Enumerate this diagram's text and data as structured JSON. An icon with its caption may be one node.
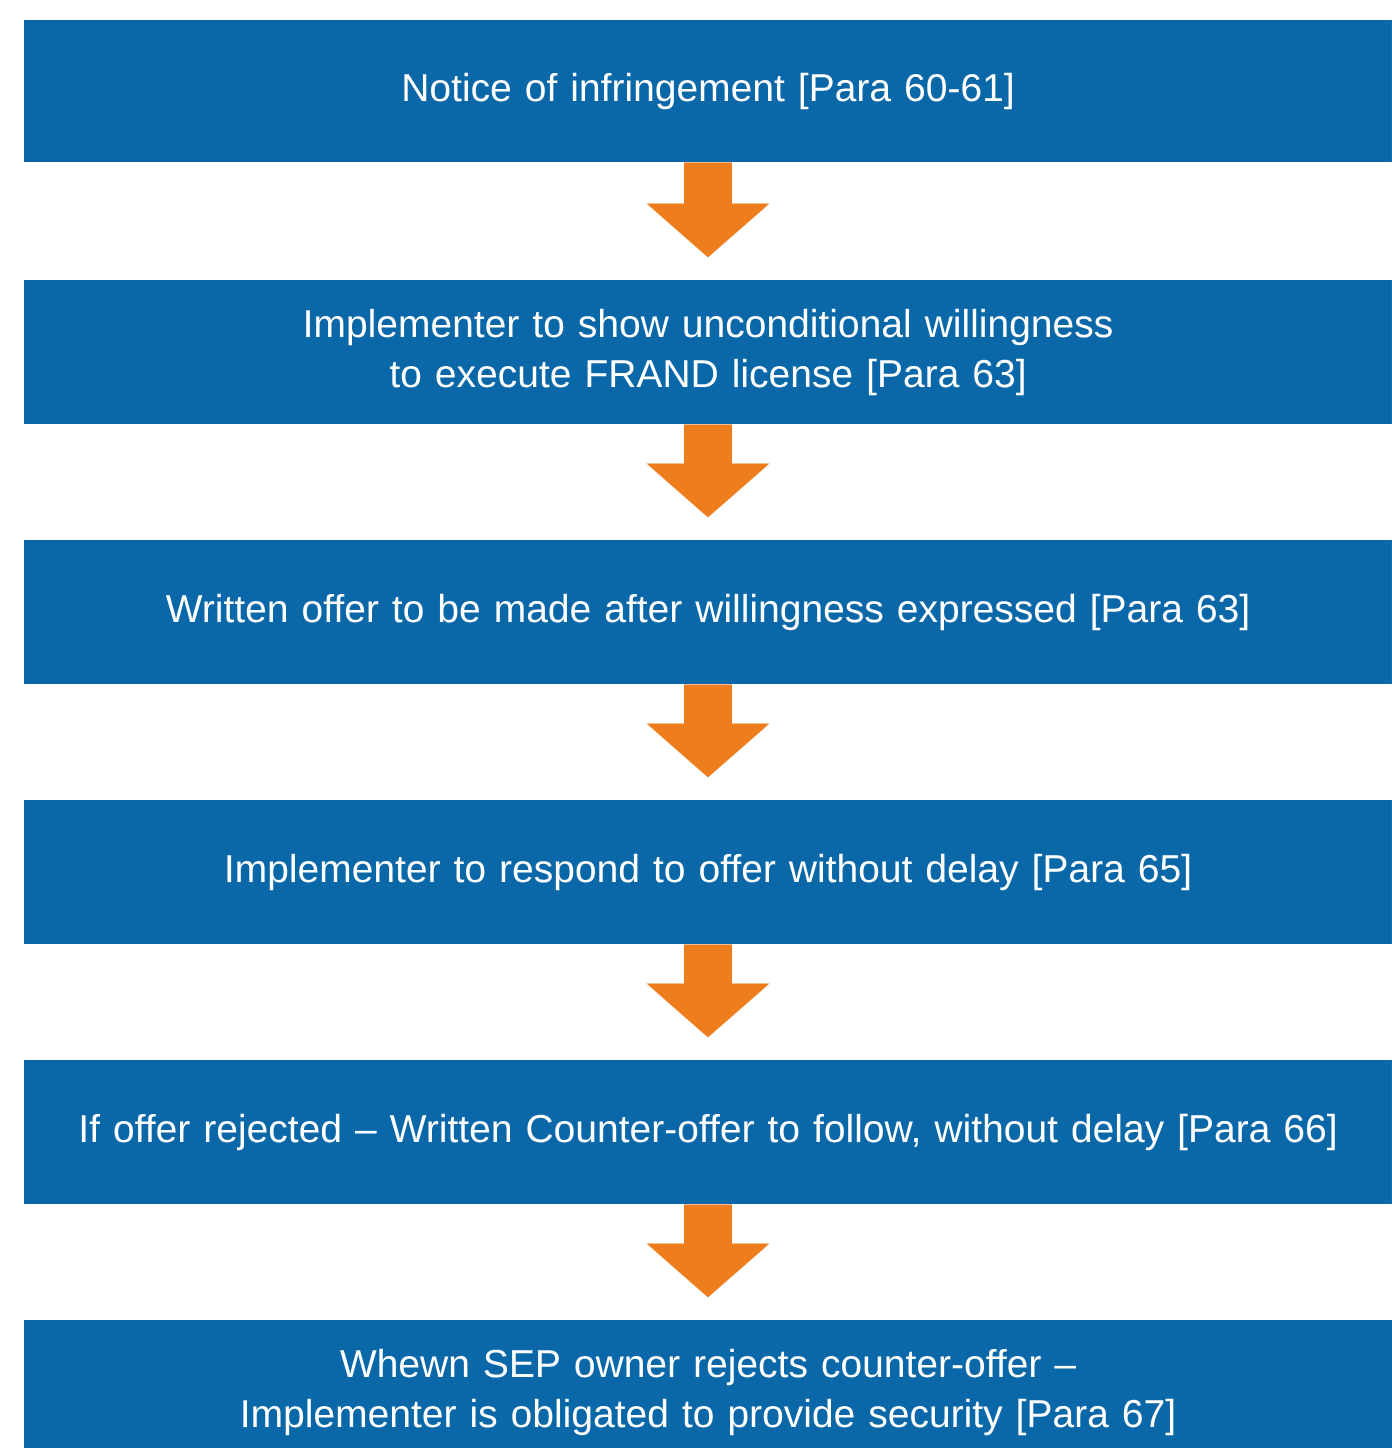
{
  "diagram": {
    "nodes": [
      {
        "text": [
          "Notice of infringement [Para 60-61]"
        ]
      },
      {
        "text": [
          "Implementer to show unconditional willingness to execute FRAND license [Para 63]"
        ]
      },
      {
        "text": [
          "Written offer to be made after willingness expressed [Para 63]"
        ]
      },
      {
        "text": [
          "Implementer to respond to offer without delay [Para 65]"
        ]
      },
      {
        "text": [
          "If offer rejected – Written Counter-offer to follow, without delay [Para 66]"
        ]
      },
      {
        "text": [
          "Whewn SEP owner rejects counter-offer – Implementer is obligated to provide security [Para 67]"
        ]
      }
    ],
    "edges": [
      {
        "from": 0,
        "to": 1,
        "arrow": "to"
      },
      {
        "from": 1,
        "to": 2,
        "arrow": "to"
      },
      {
        "from": 2,
        "to": 3,
        "arrow": "to"
      },
      {
        "from": 3,
        "to": 4,
        "arrow": "to"
      },
      {
        "from": 4,
        "to": 5,
        "arrow": "to"
      }
    ]
  }
}
